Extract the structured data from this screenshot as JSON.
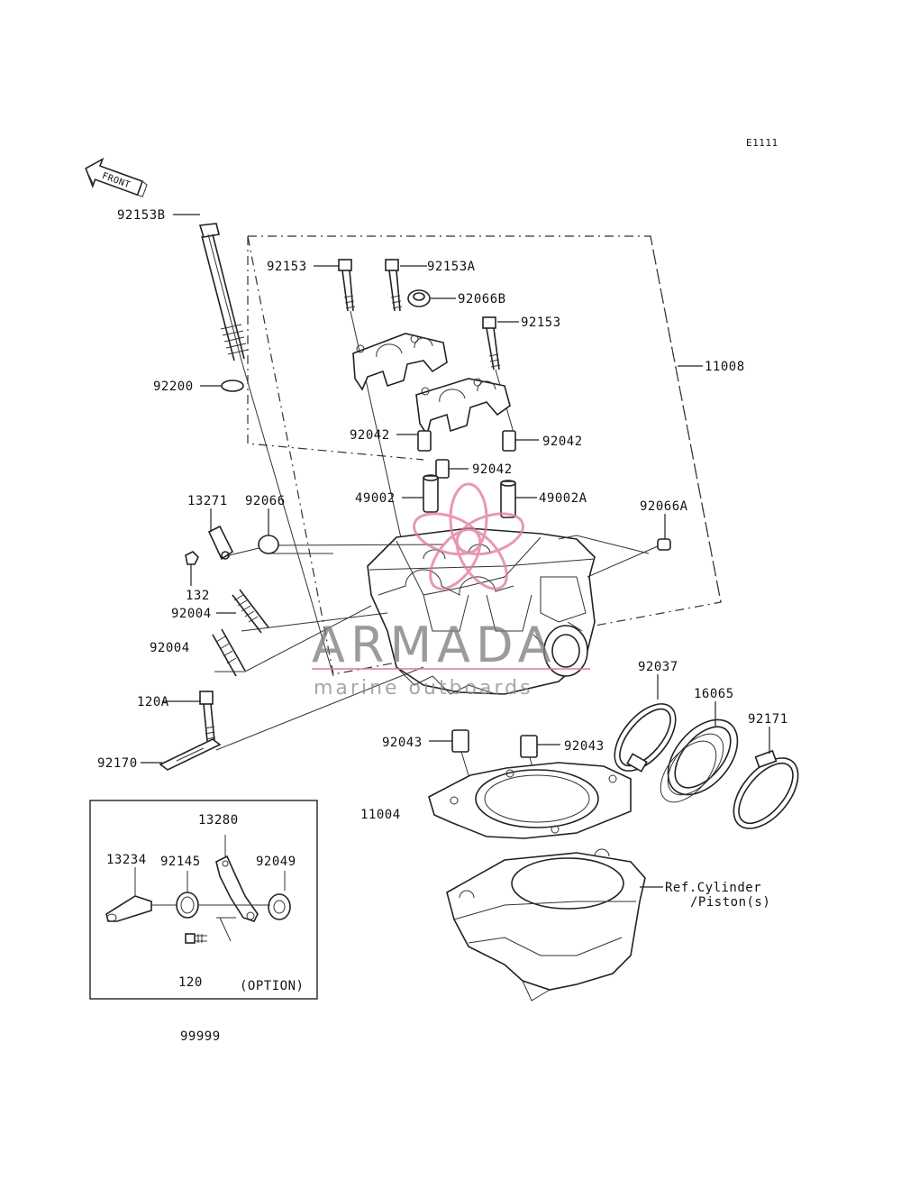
{
  "diagram_code": "E1111",
  "front_label": "FRONT",
  "watermark": {
    "brand": "ARMADA",
    "tagline": "marine outboards",
    "colors": {
      "pink": "#e0789a",
      "gray": "#8a8a8a"
    }
  },
  "labels": {
    "p92153B": "92153B",
    "p92153": "92153",
    "p92153A": "92153A",
    "p92066B": "92066B",
    "p92153_2": "92153",
    "p11008": "11008",
    "p92200": "92200",
    "p92042_a": "92042",
    "p92042_b": "92042",
    "p92042_c": "92042",
    "p49002": "49002",
    "p49002A": "49002A",
    "p13271": "13271",
    "p92066": "92066",
    "p92066A": "92066A",
    "p132": "132",
    "p92004_a": "92004",
    "p92004_b": "92004",
    "p120A": "120A",
    "p92170": "92170",
    "p92037": "92037",
    "p16065": "16065",
    "p92171": "92171",
    "p92043_a": "92043",
    "p92043_b": "92043",
    "p11004": "11004",
    "ref_line1": "Ref.Cylinder",
    "ref_line2": "/Piston(s)",
    "p13280": "13280",
    "p13234": "13234",
    "p92145": "92145",
    "p92049": "92049",
    "p120": "120",
    "option": "(OPTION)",
    "p99999": "99999"
  }
}
